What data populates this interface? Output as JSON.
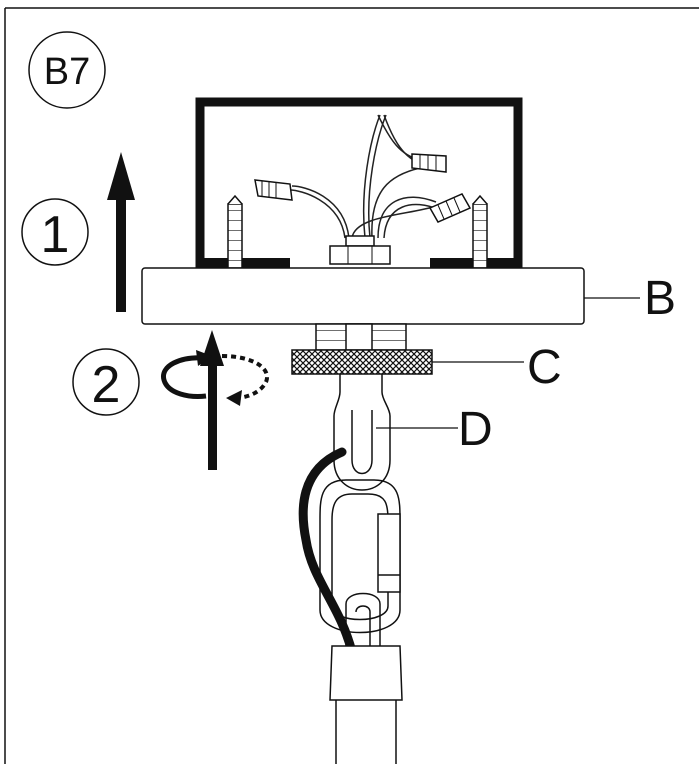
{
  "step_badge": "B7",
  "steps": [
    {
      "number": "1"
    },
    {
      "number": "2"
    }
  ],
  "callouts": {
    "b": "B",
    "c": "C",
    "d": "D"
  },
  "colors": {
    "ink": "#1a1a1a",
    "paper": "#ffffff"
  }
}
